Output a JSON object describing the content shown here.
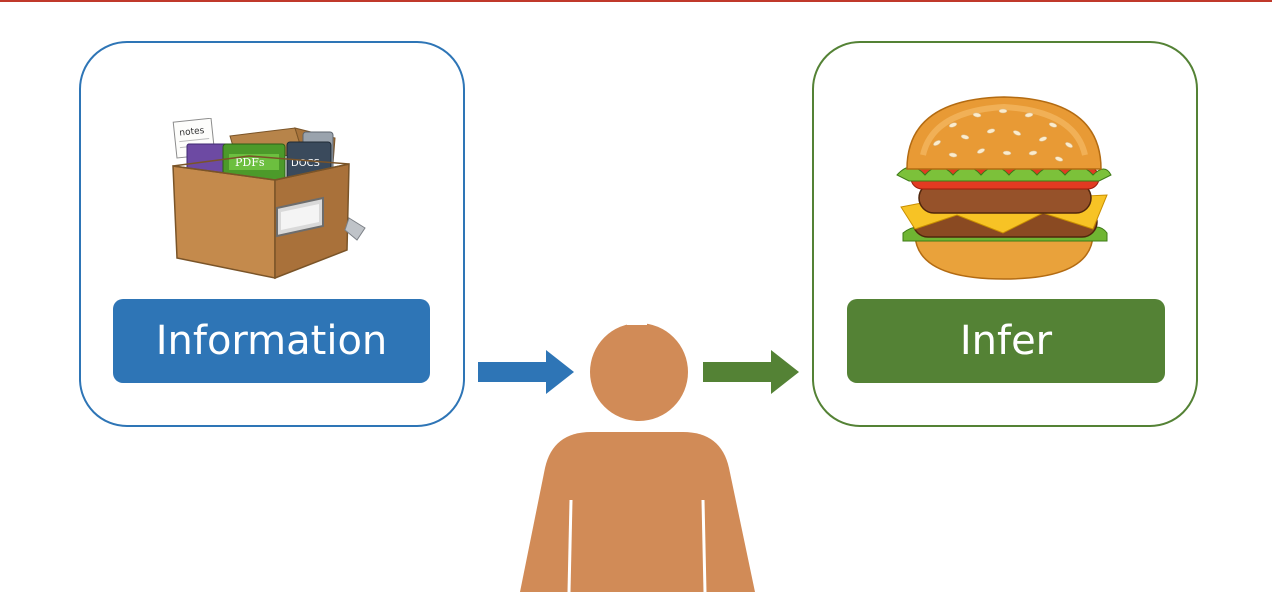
{
  "source": {
    "label": "Information",
    "color": "#2e75b6"
  },
  "target": {
    "label": "Infer",
    "color": "#548235"
  },
  "box_illustration": {
    "icon": "document-box-icon",
    "note_text": "notes",
    "pdf_text": "PDFs",
    "docs_text": "DOCS"
  },
  "burger_illustration": {
    "icon": "hamburger-icon"
  },
  "person": {
    "icon": "person-icon",
    "color": "#d18b57"
  },
  "arrows": {
    "left_color": "#2e75b6",
    "right_color": "#548235"
  }
}
